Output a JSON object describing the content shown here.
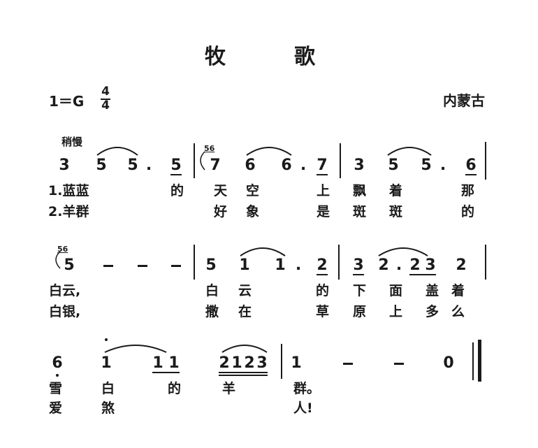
{
  "title": "牧　　　歌",
  "key_signature": "1＝G",
  "time_signature": {
    "top": "4",
    "bottom": "4"
  },
  "origin": "内蒙古",
  "tempo": "稍慢",
  "grace_note": "56",
  "notes": {
    "line1": [
      "3",
      "5",
      "5",
      ".",
      "5",
      "7",
      "6",
      "6",
      ".",
      "7",
      "3",
      "5",
      "5",
      ".",
      "6"
    ],
    "line2": [
      "5",
      "1",
      "1",
      ".",
      "2",
      "3",
      "2",
      ".",
      "2",
      "3",
      "2"
    ],
    "line3": [
      "6",
      "1",
      "1",
      "1",
      "2",
      "1",
      "2",
      "3",
      "1",
      "0"
    ]
  },
  "lyrics": {
    "l1v1": [
      "1.蓝蓝",
      "的",
      "天",
      "空",
      "上",
      "飘",
      "着",
      "那"
    ],
    "l1v2": [
      "2.羊群",
      "好",
      "象",
      "是",
      "斑",
      "斑",
      "的"
    ],
    "l2v1": [
      "白云,",
      "白",
      "云",
      "的",
      "下",
      "面",
      "盖",
      "着"
    ],
    "l2v2": [
      "白银,",
      "撒",
      "在",
      "草",
      "原",
      "上",
      "多",
      "么"
    ],
    "l3v1": [
      "雪",
      "白",
      "的",
      "羊",
      "群。"
    ],
    "l3v2": [
      "爱",
      "煞",
      "人!"
    ]
  }
}
